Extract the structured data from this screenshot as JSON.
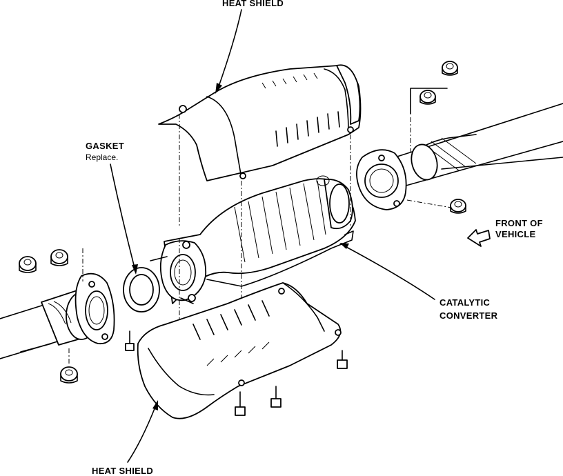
{
  "labels": {
    "heat_shield_top": "HEAT SHIELD",
    "gasket": "GASKET",
    "gasket_note": "Replace.",
    "front_of_vehicle_line1": "FRONT OF",
    "front_of_vehicle_line2": "VEHICLE",
    "catalytic_converter_line1": "CATALYTIC",
    "catalytic_converter_line2": "CONVERTER",
    "heat_shield_bottom": "HEAT SHIELD"
  }
}
